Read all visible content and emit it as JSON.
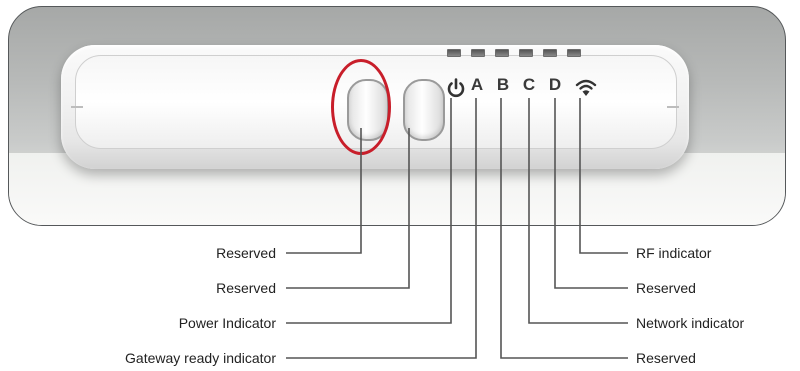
{
  "device": {
    "led_letters": [
      "A",
      "B",
      "C",
      "D"
    ],
    "icons": [
      "power-icon",
      "wifi-icon"
    ],
    "highlight_color": "#c81e2a"
  },
  "labels": {
    "left": [
      "Reserved",
      "Reserved",
      "Power Indicator",
      "Gateway ready indicator"
    ],
    "right": [
      "RF indicator",
      "Reserved",
      "Network indicator",
      "Reserved"
    ]
  }
}
